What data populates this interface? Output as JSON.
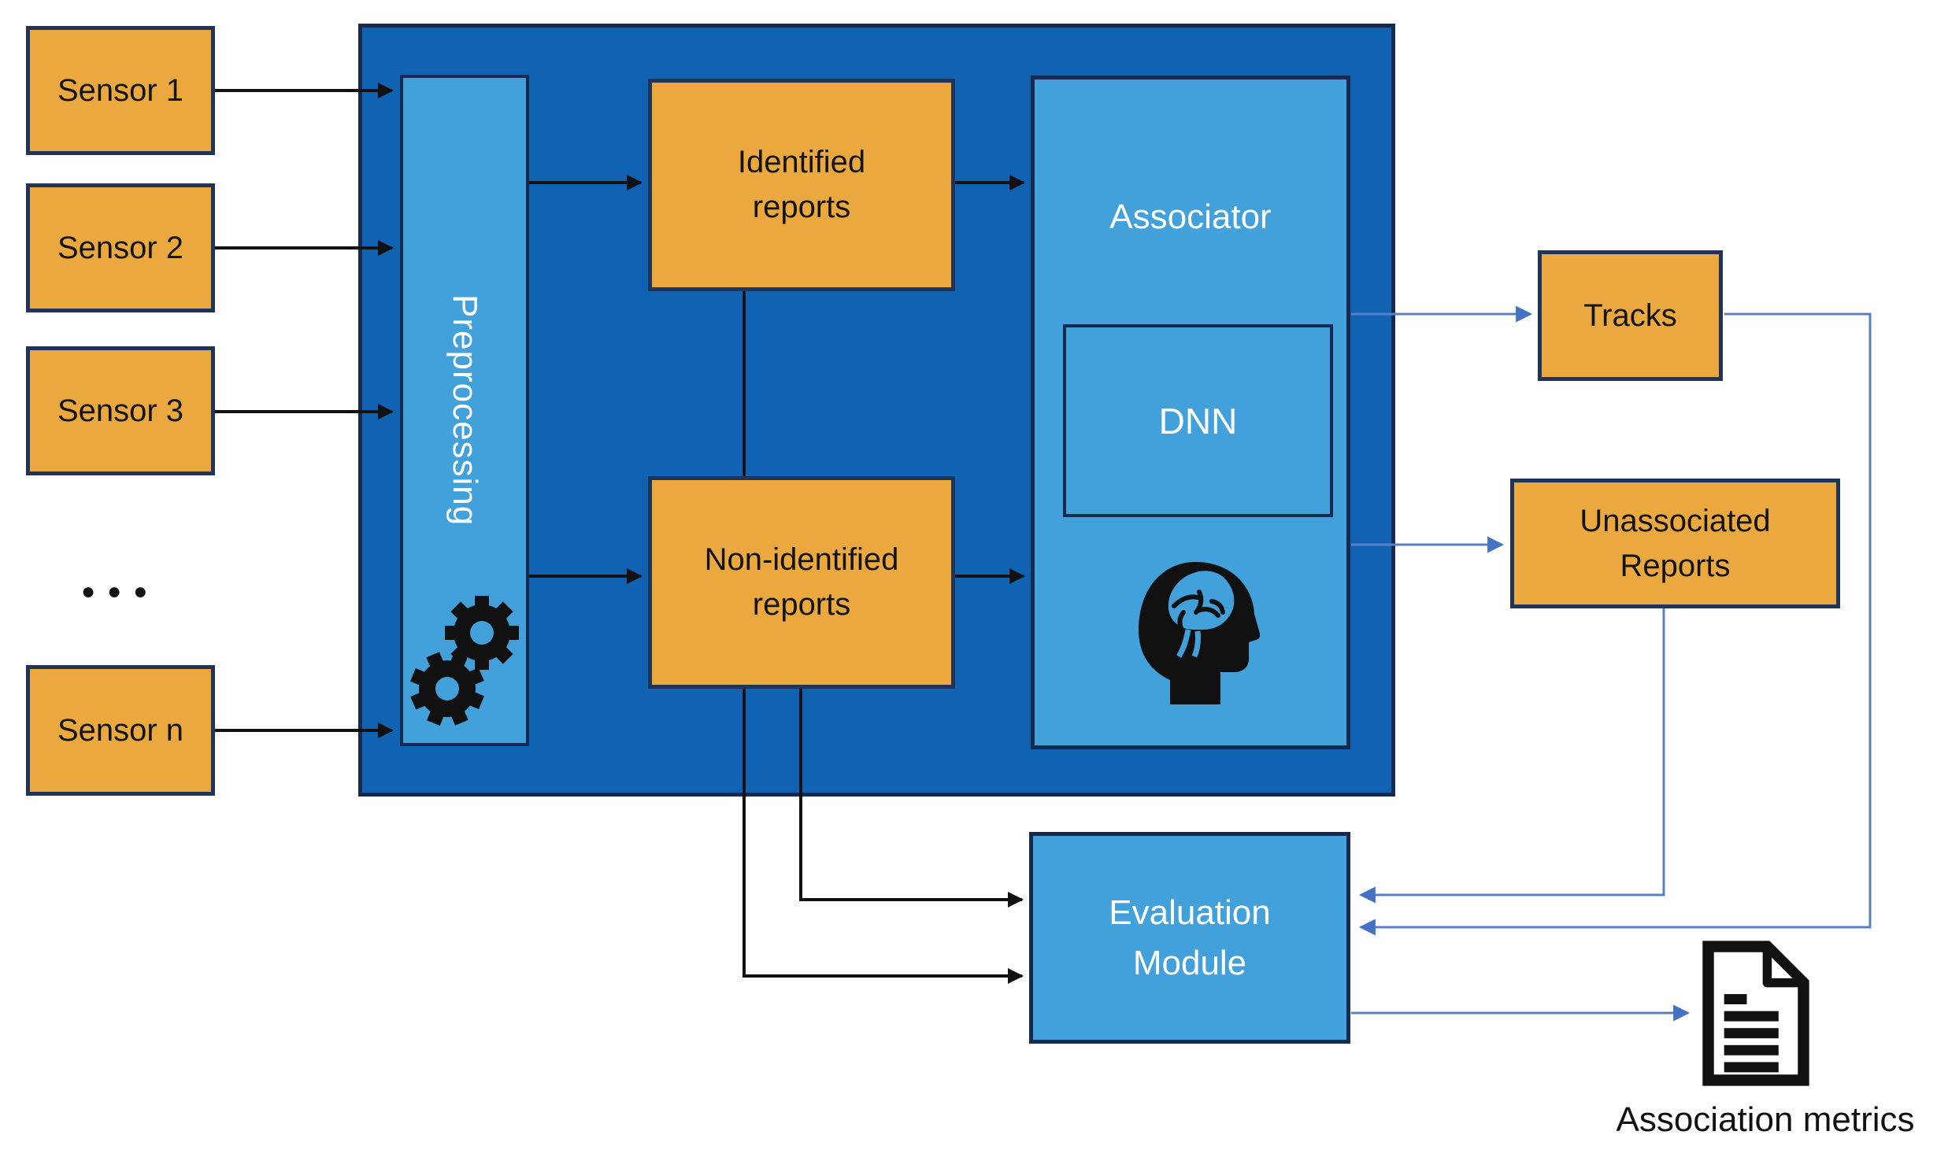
{
  "sensors": [
    {
      "label": "Sensor 1"
    },
    {
      "label": "Sensor 2"
    },
    {
      "label": "Sensor 3"
    },
    {
      "label": "Sensor n"
    }
  ],
  "ellipsis": "●●●",
  "pipeline": {
    "preprocessing": "Preprocessing",
    "identified": "Identified reports",
    "non_identified": "Non-identified reports",
    "associator": "Associator",
    "dnn": "DNN"
  },
  "outputs": {
    "tracks": "Tracks",
    "unassociated": "Unassociated Reports",
    "evaluation": "Evaluation Module",
    "metrics": "Association metrics"
  },
  "icons": {
    "preprocessing": "gears-icon",
    "associator": "brain-icon",
    "metrics": "document-icon"
  },
  "colors": {
    "container_blue": "#0F63B2",
    "panel_blue": "#42A0DB",
    "box_orange": "#EAA83E",
    "border_navy": "#1C3052",
    "connector_blue": "#4472C4",
    "connector_blue_light": "#5B7FC7",
    "arrow_black": "#111111"
  }
}
